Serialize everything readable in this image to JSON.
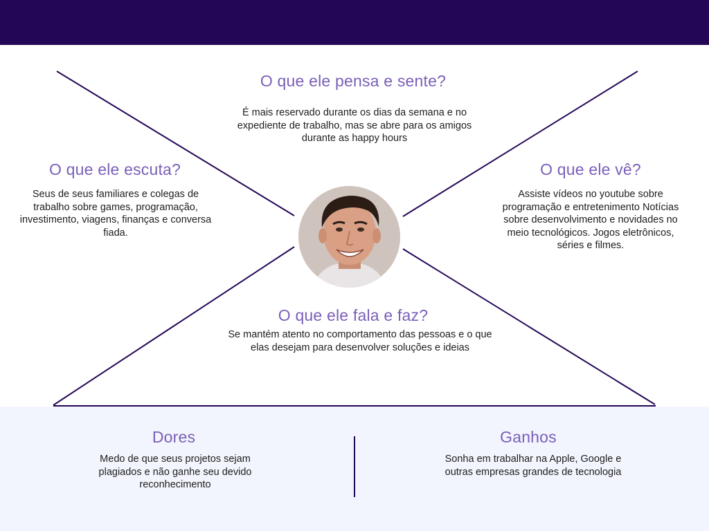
{
  "sections": {
    "pensa": {
      "title": "O que ele pensa e sente?",
      "text": "É mais reservado durante os dias da semana e no expediente de trabalho, mas se abre para os amigos durante as happy hours"
    },
    "escuta": {
      "title": "O que ele escuta?",
      "text": "Seus de seus familiares e colegas de trabalho sobre games, programação, investimento, viagens, finanças e conversa fiada."
    },
    "ve": {
      "title": "O que ele vê?",
      "text": "Assiste vídeos no youtube sobre programação e entretenimento Notícias sobre desenvolvimento e novidades no meio tecnológicos. Jogos eletrônicos, séries e filmes."
    },
    "fala": {
      "title": "O que ele fala e faz?",
      "text": "Se mantém atento no comportamento das pessoas e o que elas desejam para desenvolver soluções e ideias"
    },
    "dores": {
      "title": "Dores",
      "text": "Medo de que seus projetos sejam plagiados e não ganhe seu devido reconhecimento"
    },
    "ganhos": {
      "title": "Ganhos",
      "text": "Sonha em trabalhar na Apple, Google e outras empresas grandes de tecnologia"
    }
  },
  "colors": {
    "header": "#230656",
    "heading_text": "#7a5fb8",
    "lines": "#230656",
    "bottom_panel": "#f2f5fd"
  },
  "avatar": {
    "icon": "person-photo"
  }
}
